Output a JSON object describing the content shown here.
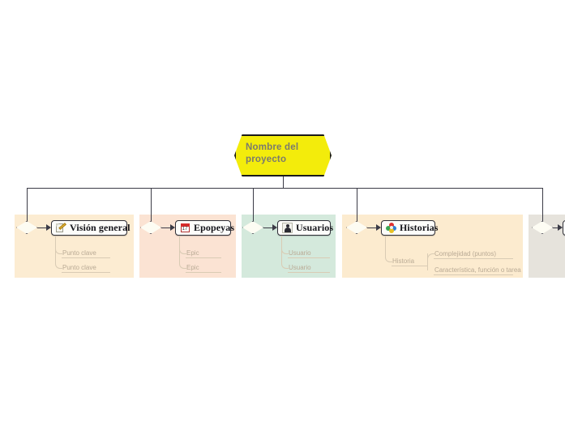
{
  "diagram": {
    "root": {
      "label": "Nombre del proyecto",
      "fill": "#f3ec0b",
      "text_color": "#7a7a6e",
      "shape": "hexagon"
    },
    "branches": [
      {
        "title": "Visión general",
        "icon": "note-pencil-icon",
        "panel_color": "#fcecd2",
        "children": [
          {
            "label": "Punto clave"
          },
          {
            "label": "Punto clave"
          }
        ]
      },
      {
        "title": "Epopeyas",
        "icon": "calendar-icon",
        "icon_day": "17",
        "panel_color": "#fbe3d3",
        "children": [
          {
            "label": "Epic"
          },
          {
            "label": "Epic"
          }
        ]
      },
      {
        "title": "Usuarios",
        "icon": "person-icon",
        "panel_color": "#d4e9dc",
        "children": [
          {
            "label": "Usuario"
          },
          {
            "label": "Usuario"
          }
        ]
      },
      {
        "title": "Historias",
        "icon": "flower-icon",
        "panel_color": "#fcebcf",
        "children": [
          {
            "label": "Historia"
          },
          {
            "label": "Complejidad (puntos)"
          },
          {
            "label": "Característica, función o tarea"
          }
        ]
      },
      {
        "title": "",
        "icon": "",
        "panel_color": "#e6e3dc",
        "children": []
      }
    ]
  }
}
